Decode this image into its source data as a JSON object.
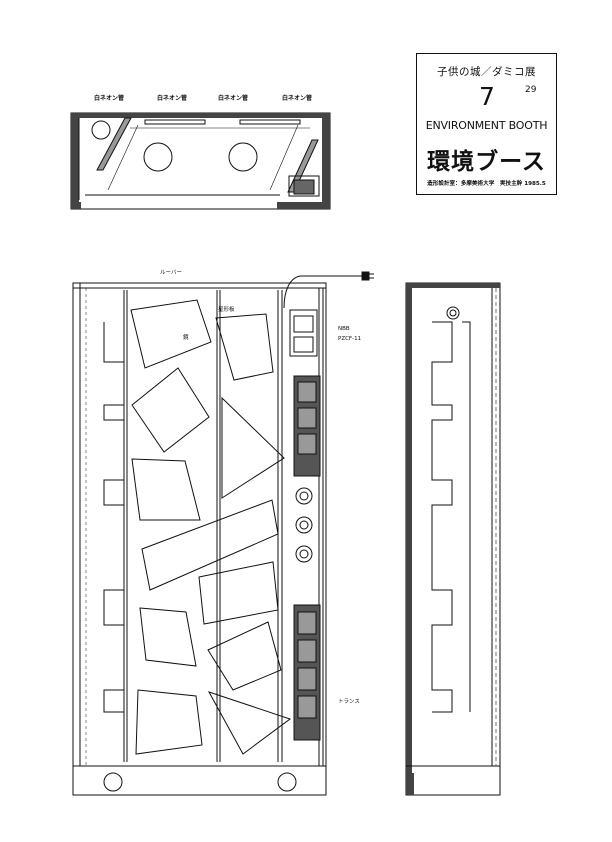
{
  "title_block": {
    "line1": "子供の城／ダミコ展",
    "number": "7",
    "sheet_no": "29",
    "name_en": "ENVIRONMENT BOOTH",
    "name_jp": "環境ブース",
    "credits": "造形設計室：多摩美術大学　実技主幹 1985.5"
  },
  "top_view_labels": [
    "白ネオン管",
    "白ネオン管",
    "白ネオン管",
    "白ネオン管"
  ],
  "front_view_labels": {
    "louver": "ルーバー",
    "panel": "星形板",
    "small_mark": "鏡",
    "part1": "NBB",
    "part2": "PZCF-11",
    "transformer": "トランス"
  }
}
